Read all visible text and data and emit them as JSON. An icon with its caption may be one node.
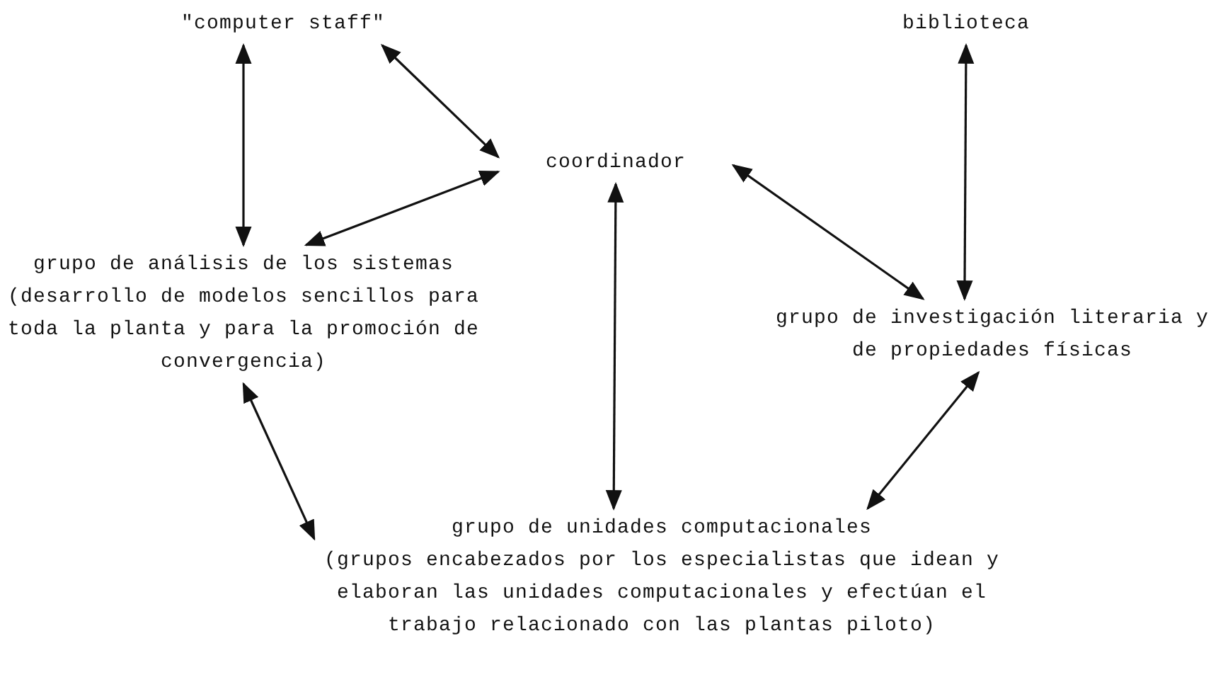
{
  "diagram": {
    "nodes": [
      {
        "text": [
          "\"computer staff\""
        ]
      },
      {
        "text": [
          "biblioteca"
        ]
      },
      {
        "text": [
          "coordinador"
        ]
      },
      {
        "text": [
          "grupo de análisis de los sistemas",
          "(desarrollo de modelos sencillos para toda la planta y para la promoción de convergencia)"
        ]
      },
      {
        "text": [
          "grupo de investigación literaria y de propiedades físicas"
        ]
      },
      {
        "text": [
          "grupo de unidades computacionales",
          "(grupos encabezados por los especialistas que idean y elaboran las unidades computacionales y efectúan el trabajo relacionado con las plantas piloto)"
        ]
      }
    ],
    "edges": [
      {
        "from": 0,
        "to": 3,
        "arrow": "both"
      },
      {
        "from": 0,
        "to": 2,
        "arrow": "both"
      },
      {
        "from": 3,
        "to": 2,
        "arrow": "both"
      },
      {
        "from": 1,
        "to": 4,
        "arrow": "both"
      },
      {
        "from": 2,
        "to": 4,
        "arrow": "both"
      },
      {
        "from": 2,
        "to": 5,
        "arrow": "both"
      },
      {
        "from": 3,
        "to": 5,
        "arrow": "both"
      },
      {
        "from": 5,
        "to": 4,
        "arrow": "both"
      }
    ]
  }
}
